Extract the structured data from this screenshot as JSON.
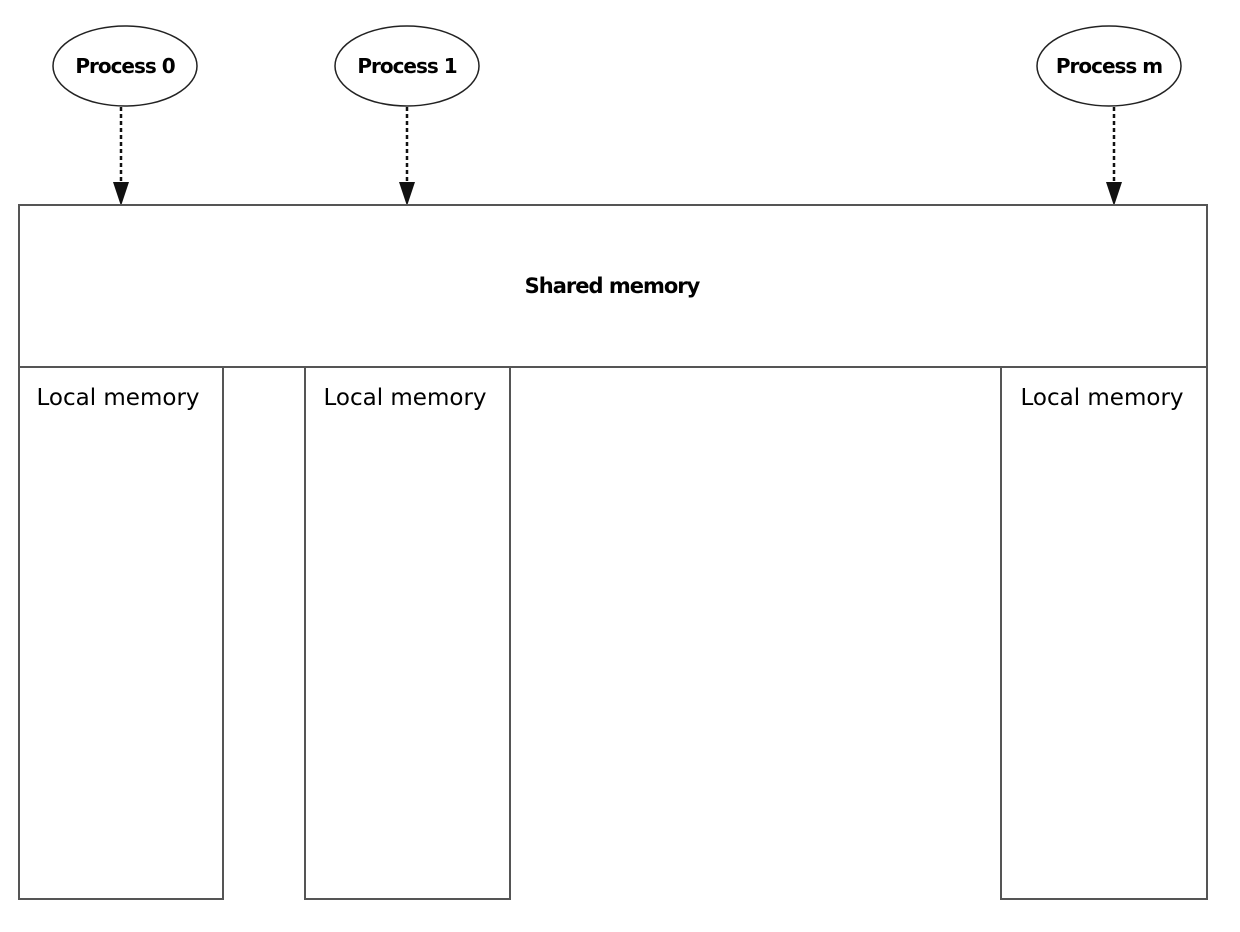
{
  "processes": [
    {
      "label": "Process 0"
    },
    {
      "label": "Process 1"
    },
    {
      "label": "Process m"
    }
  ],
  "shared_memory": {
    "label": "Shared memory"
  },
  "local_memories": [
    {
      "label": "Local memory"
    },
    {
      "label": "Local memory"
    },
    {
      "label": "Local memory"
    }
  ]
}
